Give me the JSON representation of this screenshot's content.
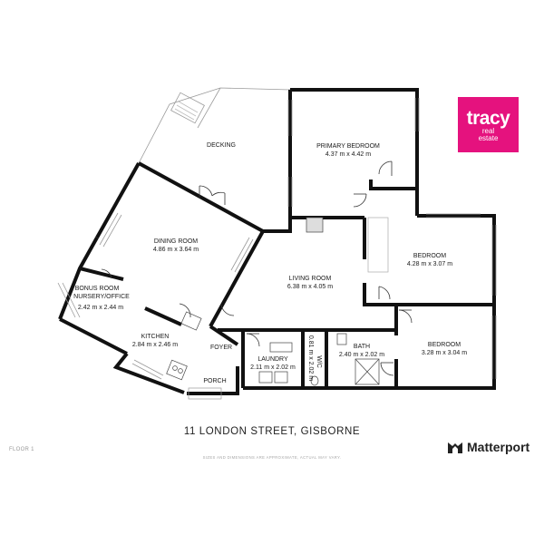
{
  "brand": {
    "name": "tracy",
    "line1": "real",
    "line2": "estate",
    "color": "#e5127e"
  },
  "rooms": {
    "decking": {
      "name": "DECKING"
    },
    "primary_bedroom": {
      "name": "PRIMARY BEDROOM",
      "size": "4.37 m x 4.42 m"
    },
    "bedroom_2": {
      "name": "BEDROOM",
      "size": "4.28 m x 3.07 m"
    },
    "dining_room": {
      "name": "DINING ROOM",
      "size": "4.86 m x 3.64 m"
    },
    "living_room": {
      "name": "LIVING ROOM",
      "size": "6.38 m x 4.05 m"
    },
    "bonus_room": {
      "name": "BONUS ROOM",
      "name2": "NURSERY/OFFICE",
      "size": "2.42 m x 2.44 m"
    },
    "kitchen": {
      "name": "KITCHEN",
      "size": "2.84 m x 2.46 m"
    },
    "foyer": {
      "name": "FOYER"
    },
    "laundry": {
      "name": "LAUNDRY",
      "size": "2.11 m x 2.02 m"
    },
    "wc": {
      "name": "W/C",
      "size": "0.81 m x 2.02 m"
    },
    "bath": {
      "name": "BATH",
      "size": "2.40 m x 2.02 m"
    },
    "bedroom_3": {
      "name": "BEDROOM",
      "size": "3.28 m x 3.04 m"
    },
    "porch": {
      "name": "PORCH"
    }
  },
  "address": "11 LONDON STREET, GISBORNE",
  "floor_label": "FLOOR 1",
  "disclaimer": "SIZES AND DIMENSIONS ARE APPROXIMATE, ACTUAL MAY VARY.",
  "provider": "Matterport",
  "colors": {
    "wall": "#111111",
    "window": "#bbbbbb",
    "accent": "#e5127e"
  }
}
